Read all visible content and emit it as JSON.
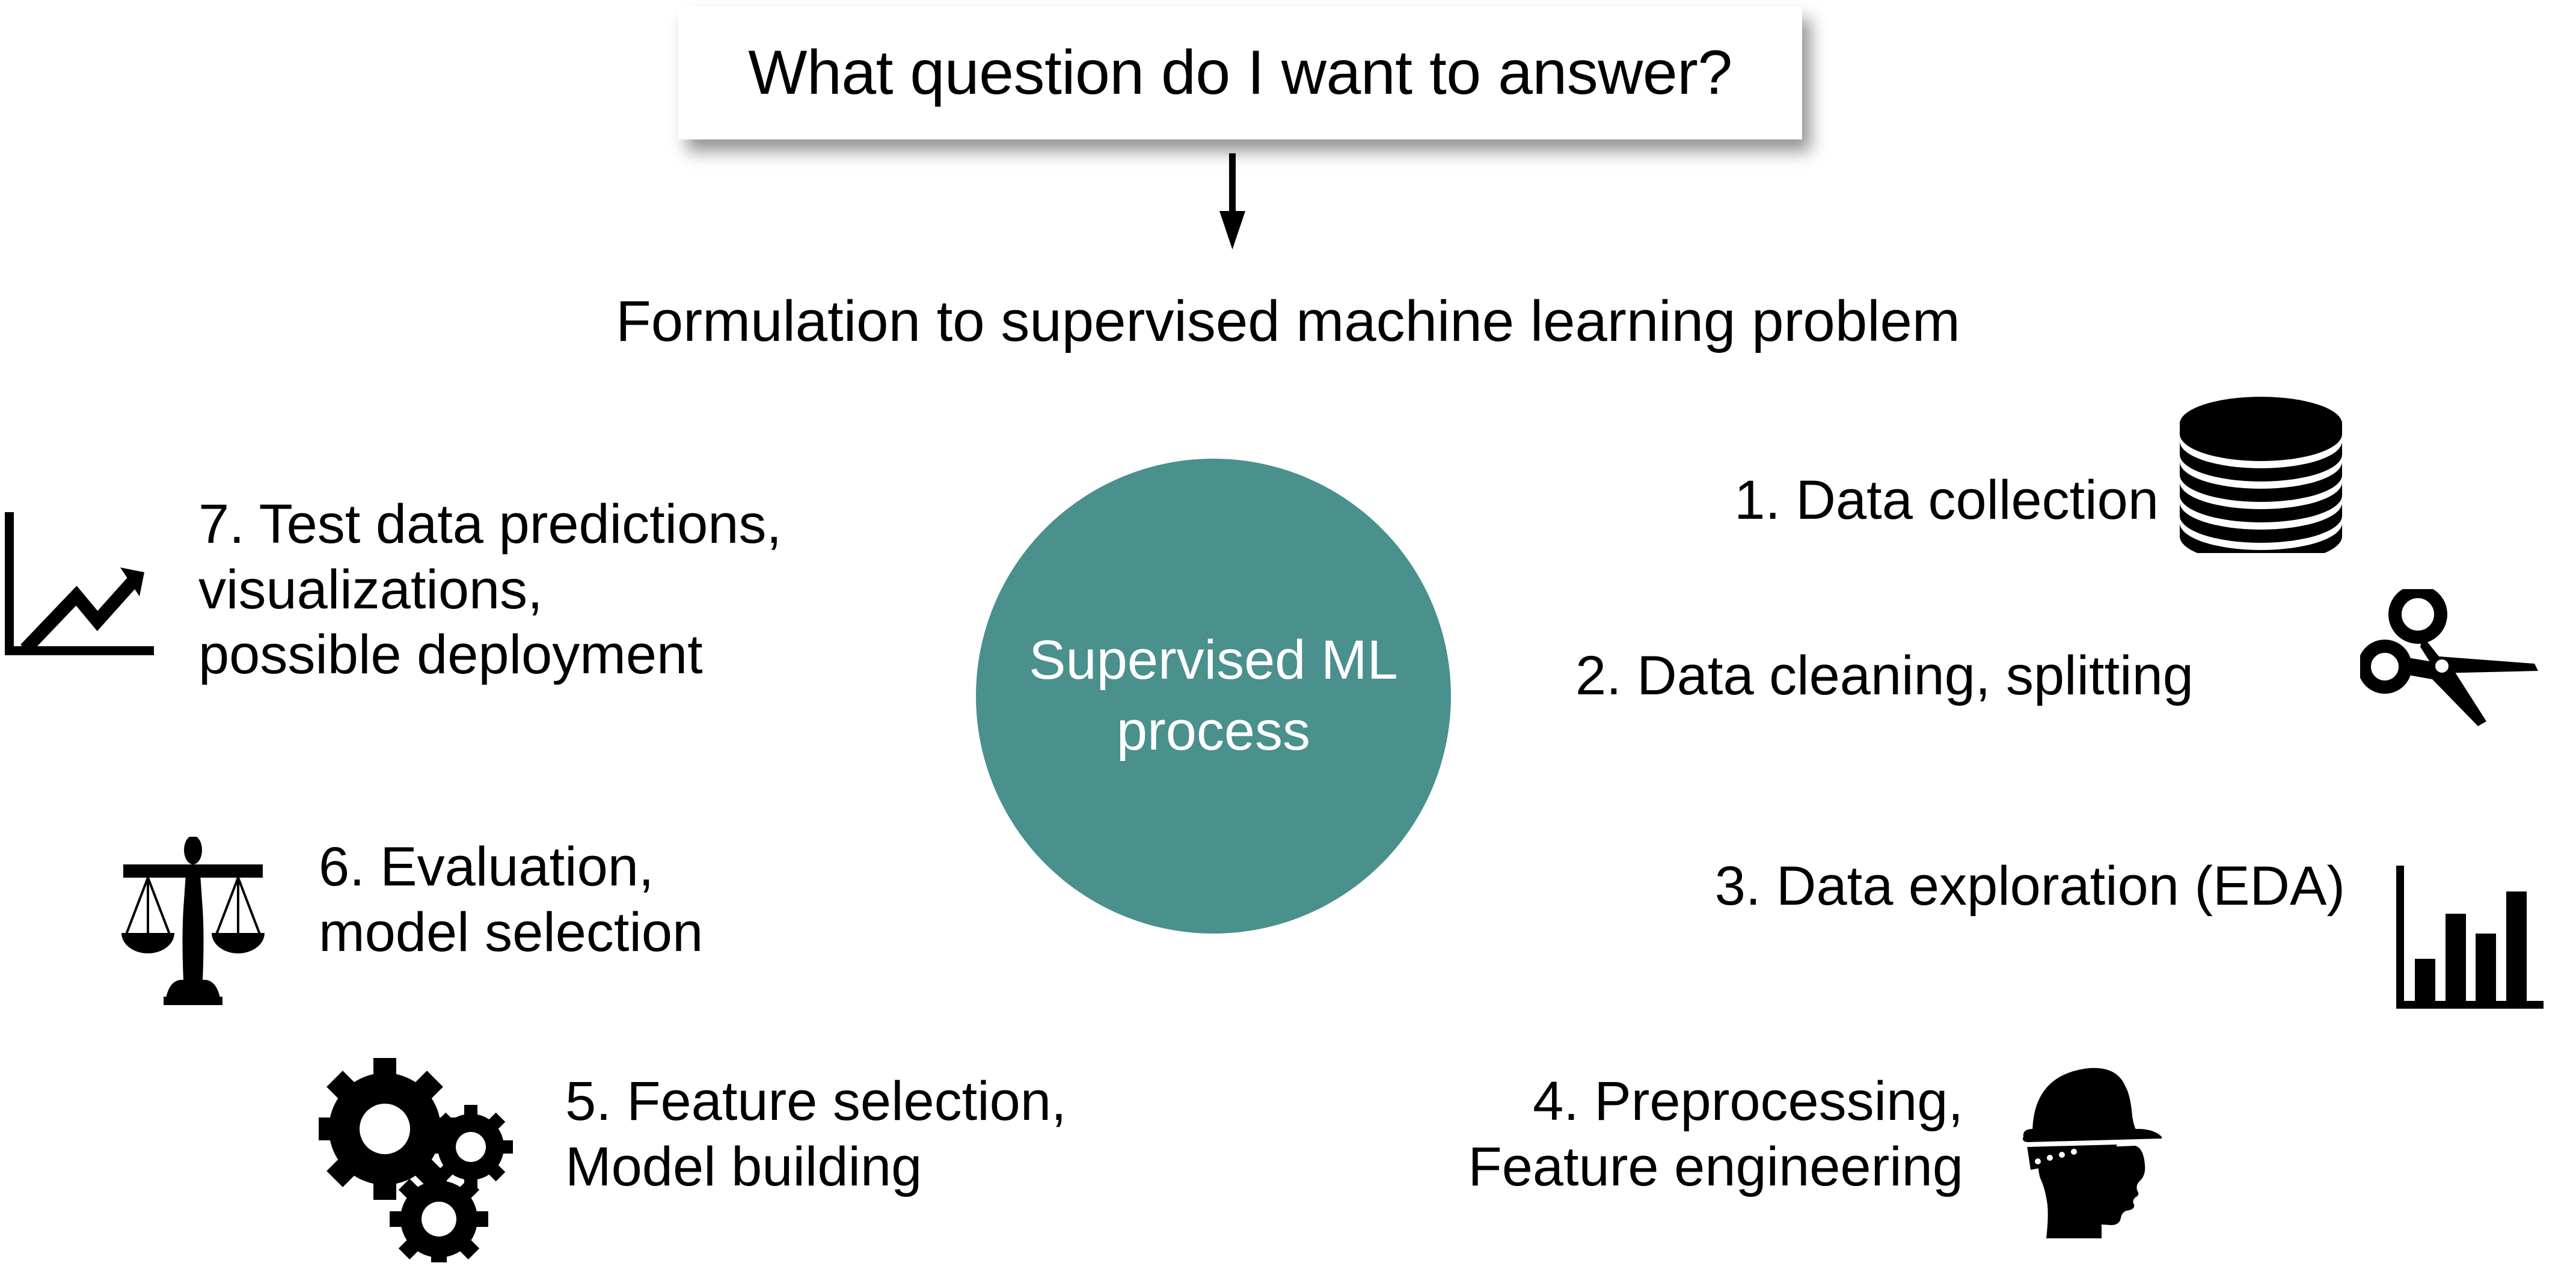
{
  "title": {
    "text": "What question do I want to answer?"
  },
  "arrow": {
    "name": "down-arrow-icon"
  },
  "subtitle": {
    "text": "Formulation to supervised machine learning problem"
  },
  "center": {
    "label": "Supervised ML process",
    "color": "#4a908d",
    "text_color": "#ffffff"
  },
  "colors": {
    "background": "#ffffff",
    "text": "#000000",
    "icon": "#000000",
    "accent_teal": "#4a908d",
    "shadow": "rgba(0,0,0,0.42)"
  },
  "steps": [
    {
      "number": "1",
      "label": "1. Data collection",
      "icon": "database-stack-icon",
      "side": "right"
    },
    {
      "number": "2",
      "label": "2. Data cleaning, splitting",
      "icon": "scissors-icon",
      "side": "right"
    },
    {
      "number": "3",
      "label": "3. Data exploration (EDA)",
      "icon": "bar-chart-icon",
      "side": "right"
    },
    {
      "number": "4",
      "label": "4. Preprocessing,\nFeature engineering",
      "icon": "hardhat-worker-icon",
      "side": "right"
    },
    {
      "number": "5",
      "label": "5. Feature selection,\nModel building",
      "icon": "gears-icon",
      "side": "left"
    },
    {
      "number": "6",
      "label": "6. Evaluation,\nmodel selection",
      "icon": "balance-scales-icon",
      "side": "left"
    },
    {
      "number": "7",
      "label": "7. Test data predictions,\nvisualizations,\npossible deployment",
      "icon": "trend-line-chart-icon",
      "side": "left"
    }
  ]
}
